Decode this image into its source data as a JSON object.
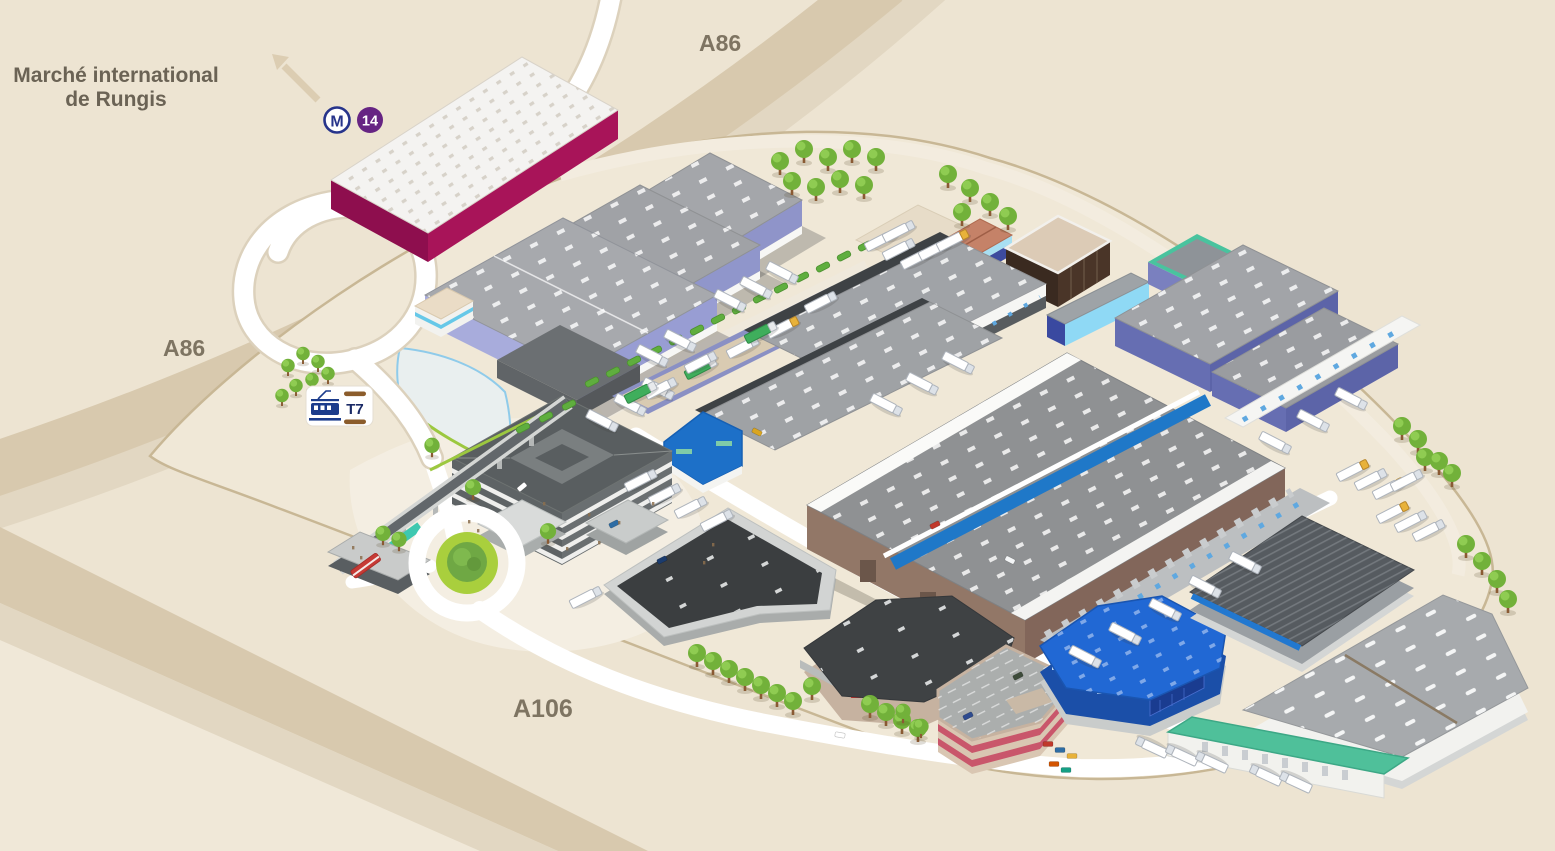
{
  "labels": {
    "market_line1": "Marché international",
    "market_line2": "de Rungis",
    "highway_top": "A86",
    "highway_left": "A86",
    "highway_bottom": "A106"
  },
  "transit": {
    "metro_symbol": "M",
    "metro_line": "14",
    "tram_line": "T7"
  },
  "colors": {
    "background": "#EDE4D2",
    "highway": "#D8C9AE",
    "highway_fade": "#E2D7C2",
    "road_white": "#FFFFFF",
    "inner_road_cream": "#F3ECDF",
    "site_boundary": "#C8B795",
    "metro_station_crimson": "#A81459",
    "metro_circle_blue": "#27348B",
    "line14_purple": "#662483",
    "tram_bar_brown": "#8B5C2B",
    "water": "#E9EFEF",
    "water_edge": "#8FCBEA",
    "tree_green": "#72B13A",
    "hedge_green": "#5FAE3E",
    "warehouse_roof_gray": "#A2A4A8",
    "warehouse_wall_lavender": "#A0A5D6",
    "giant_warehouse_wall_brown": "#927767",
    "roof_stripe_blue": "#1F78C8",
    "blue_building_roof": "#2168D4",
    "blue_building_wall": "#1B4FA8",
    "green_dock_building": "#4FC09A",
    "salmon_roof": "#C58268",
    "glass_cube_brown": "#4A3528",
    "parking_pink": "#C9566B",
    "dark_roof": "#3B3E40",
    "roundabout_green": "#A9CF3D",
    "tram_red": "#C63A35"
  },
  "icons": [
    "metro-icon",
    "line-14-badge",
    "tram-icon",
    "direction-arrow-icon",
    "tree-icon",
    "truck-icon",
    "hedge-icon",
    "car-icon",
    "roundabout",
    "pond",
    "tram-viaduct"
  ]
}
